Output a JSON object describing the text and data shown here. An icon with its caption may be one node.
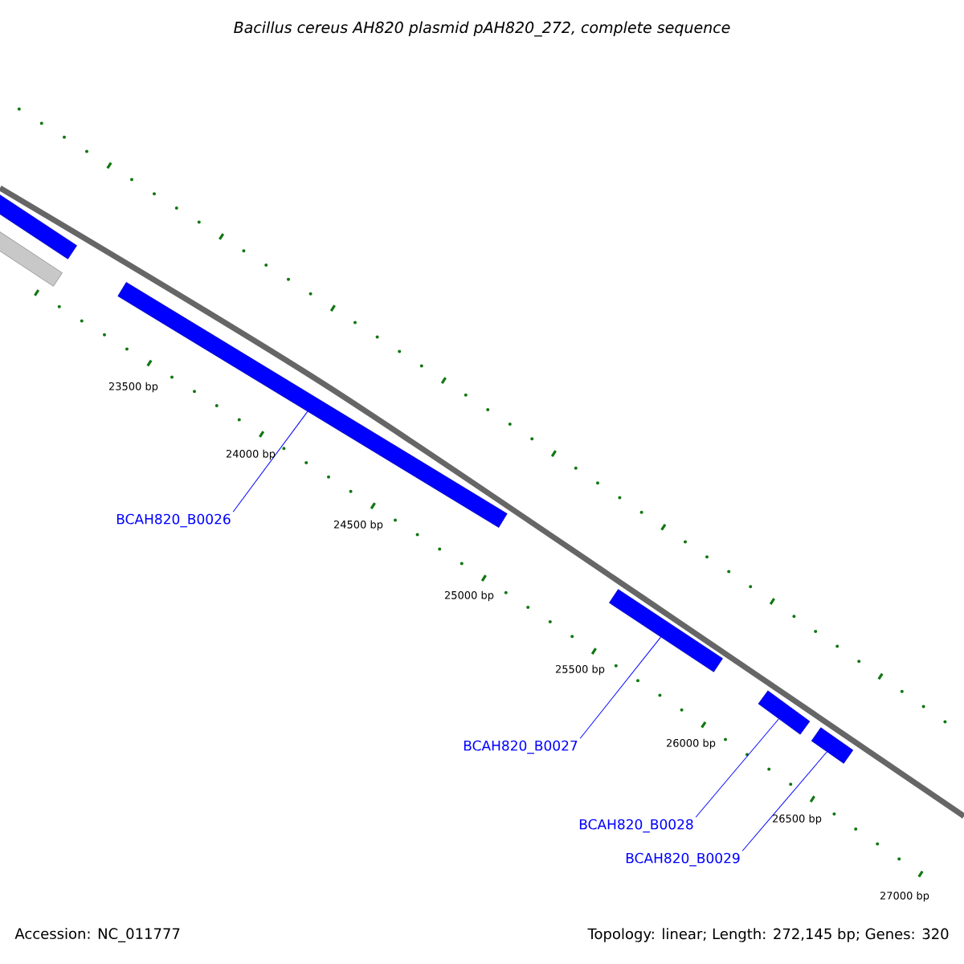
{
  "diagram": {
    "title": "Bacillus cereus AH820 plasmid pAH820_272, complete sequence",
    "nodes": [
      {
        "text": [],
        "shape": "bar"
      },
      {
        "text": [],
        "shape": "bar"
      },
      {
        "text": [],
        "shape": "bar"
      },
      {
        "text": [],
        "shape": "bar"
      },
      {
        "text": [],
        "shape": "bar"
      },
      {
        "text": [],
        "shape": "bar"
      },
      {
        "text": [
          "BCAH820_B0026"
        ]
      },
      {
        "text": [
          "BCAH820_B0027"
        ]
      },
      {
        "text": [
          "BCAH820_B0028"
        ]
      },
      {
        "text": [
          "BCAH820_B0029"
        ]
      }
    ],
    "edges": [
      {
        "from": 6,
        "to": 2,
        "arrow": "none"
      },
      {
        "from": 7,
        "to": 3,
        "arrow": "none"
      },
      {
        "from": 8,
        "to": 4,
        "arrow": "none"
      },
      {
        "from": 9,
        "to": 5,
        "arrow": "none"
      }
    ],
    "labels": [
      "23500 bp",
      "24000 bp",
      "24500 bp",
      "25000 bp",
      "25500 bp",
      "26000 bp",
      "26500 bp",
      "27000 bp",
      "Accession: NC_011777",
      "Topology: linear; Length: 272,145 bp; Genes: 320"
    ]
  }
}
